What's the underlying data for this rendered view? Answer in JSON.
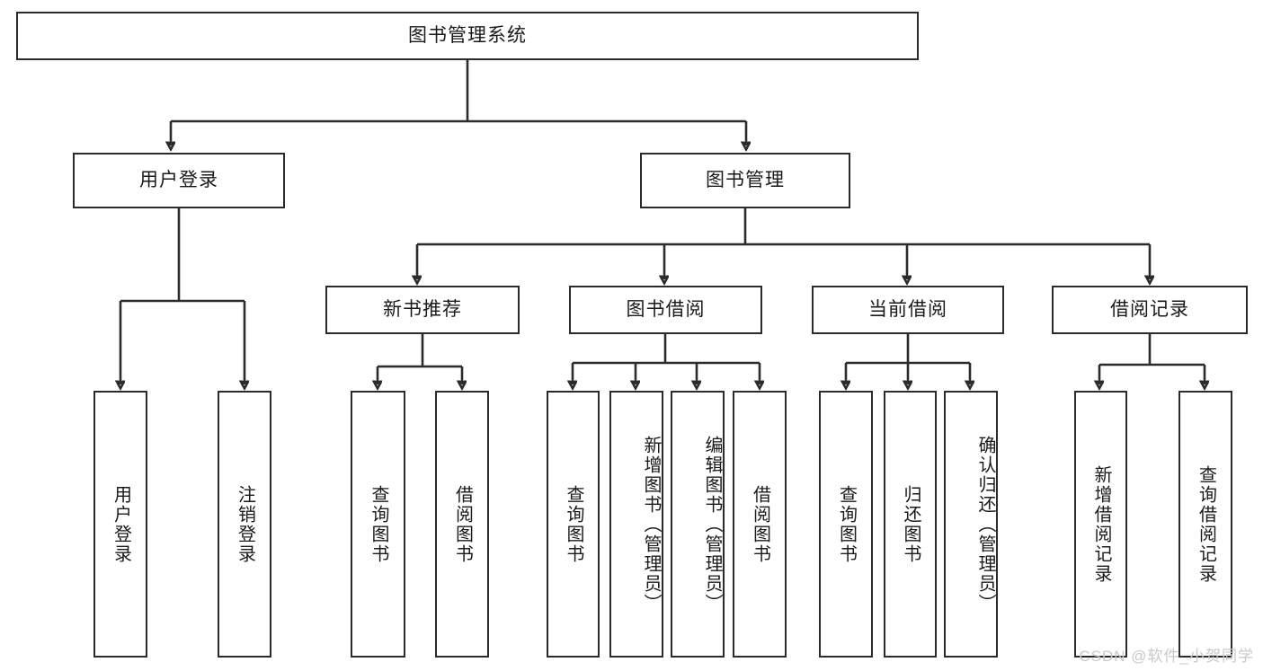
{
  "diagram": {
    "title": "图书管理系统",
    "type": "tree",
    "root": {
      "label": "图书管理系统"
    },
    "level2": [
      {
        "label": "用户登录"
      },
      {
        "label": "图书管理"
      }
    ],
    "level3": [
      {
        "label": "新书推荐"
      },
      {
        "label": "图书借阅"
      },
      {
        "label": "当前借阅"
      },
      {
        "label": "借阅记录"
      }
    ],
    "leaves_user_login": [
      {
        "label": "用户登录"
      },
      {
        "label": "注销登录"
      }
    ],
    "leaves_new_books": [
      {
        "label": "查询图书"
      },
      {
        "label": "借阅图书"
      }
    ],
    "leaves_borrow": [
      {
        "label": "查询图书"
      },
      {
        "label": "新增图书（管理员）"
      },
      {
        "label": "编辑图书（管理员）"
      },
      {
        "label": "借阅图书"
      }
    ],
    "leaves_current": [
      {
        "label": "查询图书"
      },
      {
        "label": "归还图书"
      },
      {
        "label": "确认归还（管理员）"
      }
    ],
    "leaves_records": [
      {
        "label": "新增借阅记录"
      },
      {
        "label": "查询借阅记录"
      }
    ]
  },
  "watermark": {
    "text": "CSDN @软件_小贺同学"
  },
  "colors": {
    "stroke": "#2b2b2b",
    "box_fill": "#ffffff",
    "text": "#1a1a1a",
    "watermark": "#c9c9c9",
    "background": "#ffffff"
  }
}
